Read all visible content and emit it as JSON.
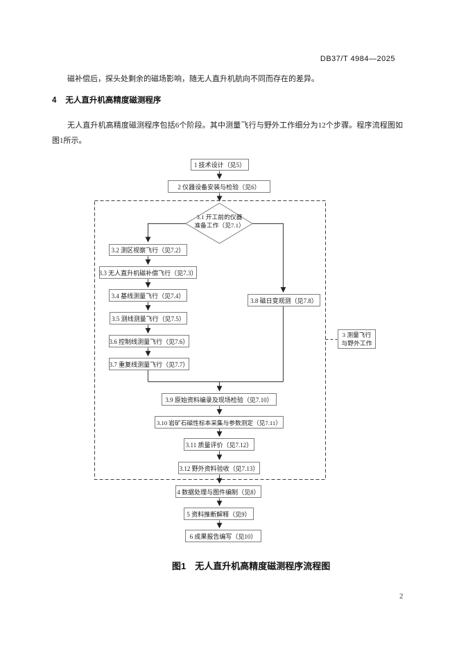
{
  "header": {
    "doc_code": "DB37/T 4984—2025"
  },
  "body": {
    "paragraph_1": "磁补偿后，探头处剩余的磁场影响，随无人直升机航向不同而存在的差异。",
    "heading_number": "4",
    "heading_title": "无人直升机高精度磁测程序",
    "paragraph_2": "无人直升机高精度磁测程序包括6个阶段。其中测量飞行与野外工作细分为12个步骤。程序流程图如图1所示。"
  },
  "flowchart": {
    "nodes": {
      "n1": "1 技术设计（见5）",
      "n2": "2 仪器设备安装与检验（见6）",
      "d31_line1": "3.1 开工前的仪器",
      "d31_line2": "准备工作（见7.1）",
      "n32": "3.2 测区视察飞行（见7.2）",
      "n33": "3.3 无人直升机磁补偿飞行（见7.3）",
      "n34": "3.4 基线测量飞行（见7.4）",
      "n35": "3.5 测线测量飞行（见7.5）",
      "n36": "3.6 控制线测量飞行（见7.6）",
      "n37": "3.7 重复线测量飞行（见7.7）",
      "n38": "3.8 磁日变观测（见7.8）",
      "side3_line1": "3 测量飞行",
      "side3_line2": "与野外工作",
      "n39": "3.9 原始资料编录及现场检验（见7.10）",
      "n310": "3.10 岩矿石磁性标本采集与参数测定（见7.11）",
      "n311": "3.11 质量评价（见7.12）",
      "n312": "3.12 野外资料验收（见7.13）",
      "n4": "4 数据处理与图件编制（见8）",
      "n5": "5 资料推断解释（见9）",
      "n6": "6 成果报告编写（见10）"
    },
    "caption_label": "图1",
    "caption_title": "无人直升机高精度磁测程序流程图"
  },
  "footer": {
    "page_number": "2"
  },
  "colors": {
    "background": "#ffffff",
    "text": "#1c1c1c",
    "box_border": "#7d7d7d",
    "connector": "#4f4f4f",
    "arrowhead": "#222222",
    "dashed_boundary": "#3e3e3e"
  }
}
